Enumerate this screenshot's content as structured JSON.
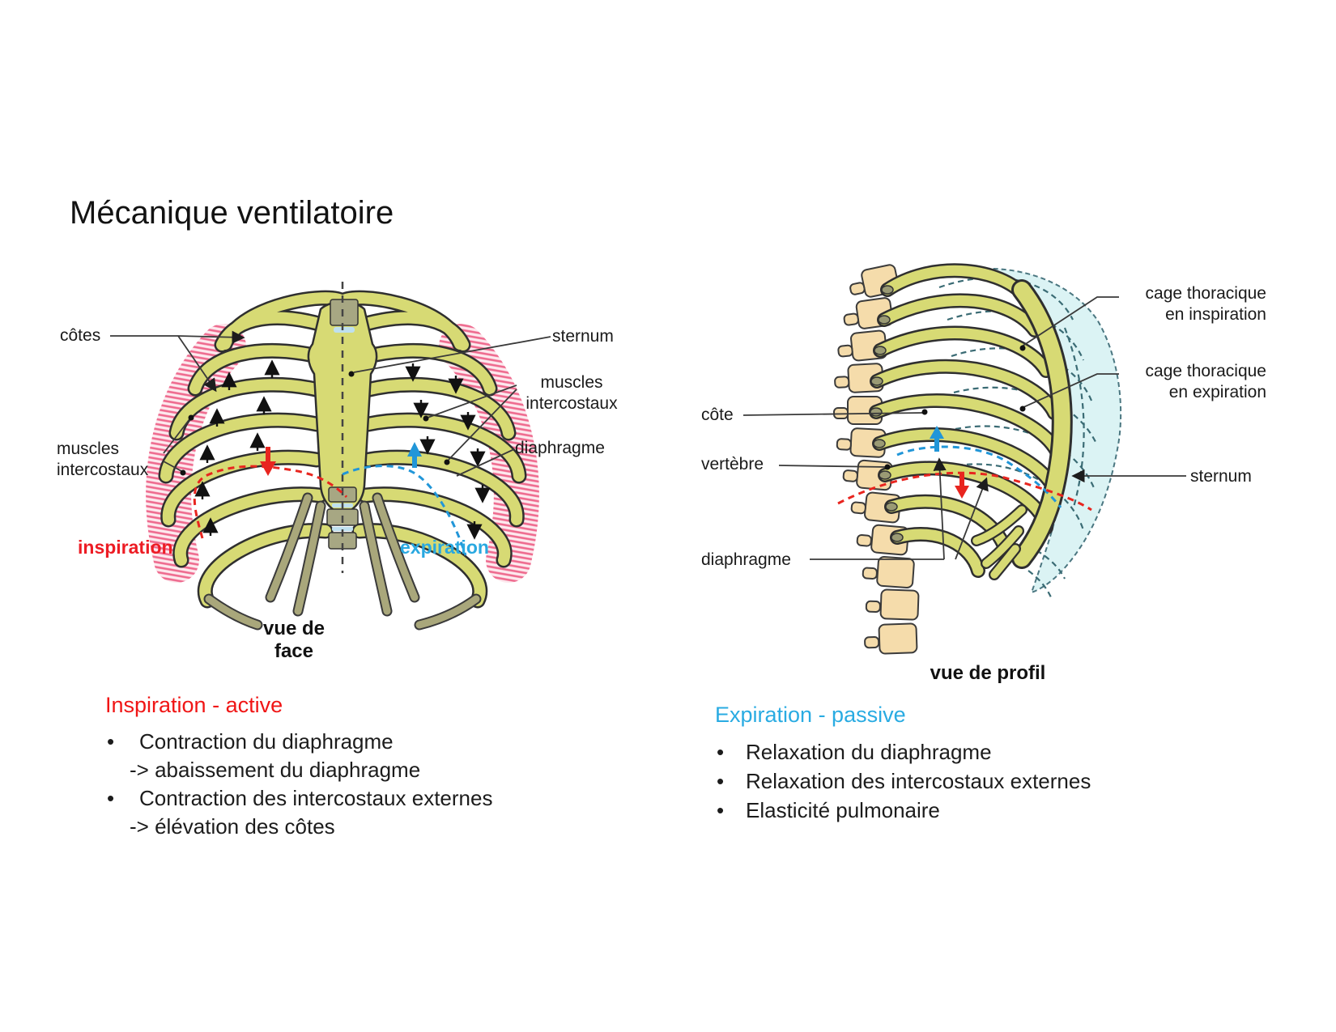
{
  "title": "Mécanique ventilatoire",
  "ui": {
    "bullet": "•"
  },
  "left_figure": {
    "caption": "vue de face",
    "labels": {
      "cotes": "côtes",
      "muscles_line1": "muscles",
      "muscles_line2": "intercostaux",
      "sternum": "sternum",
      "diaphragme": "diaphragme",
      "inspiration": "inspiration",
      "expiration": "expiration"
    }
  },
  "right_figure": {
    "caption": "vue de profil",
    "labels": {
      "cage_inspiration_line1": "cage thoracique",
      "cage_inspiration_line2": "en inspiration",
      "cage_expiration_line1": "cage thoracique",
      "cage_expiration_line2": "en expiration",
      "cote": "côte",
      "vertebre": "vertèbre",
      "sternum": "sternum",
      "diaphragme": "diaphragme"
    }
  },
  "inspiration_block": {
    "heading": "Inspiration - active",
    "items": [
      {
        "text": "Contraction du diaphragme",
        "sub": "-> abaissement du diaphragme"
      },
      {
        "text": "Contraction des intercostaux externes",
        "sub": "-> élévation des côtes"
      }
    ]
  },
  "expiration_block": {
    "heading": "Expiration - passive",
    "items": [
      {
        "text": "Relaxation du diaphragme"
      },
      {
        "text": "Relaxation des intercostaux externes"
      },
      {
        "text": "Elasticité pulmonaire"
      }
    ]
  },
  "colors": {
    "inspiration_red": "#ed1c24",
    "expiration_blue": "#29abe2",
    "bone_yellow": "#d7da74",
    "cartilage_olive": "#a9a77b",
    "muscle_pink": "#ee6a8e",
    "vertebra_tan": "#f5dcab",
    "inspiration_cage_cyan": "#dbf3f4"
  }
}
